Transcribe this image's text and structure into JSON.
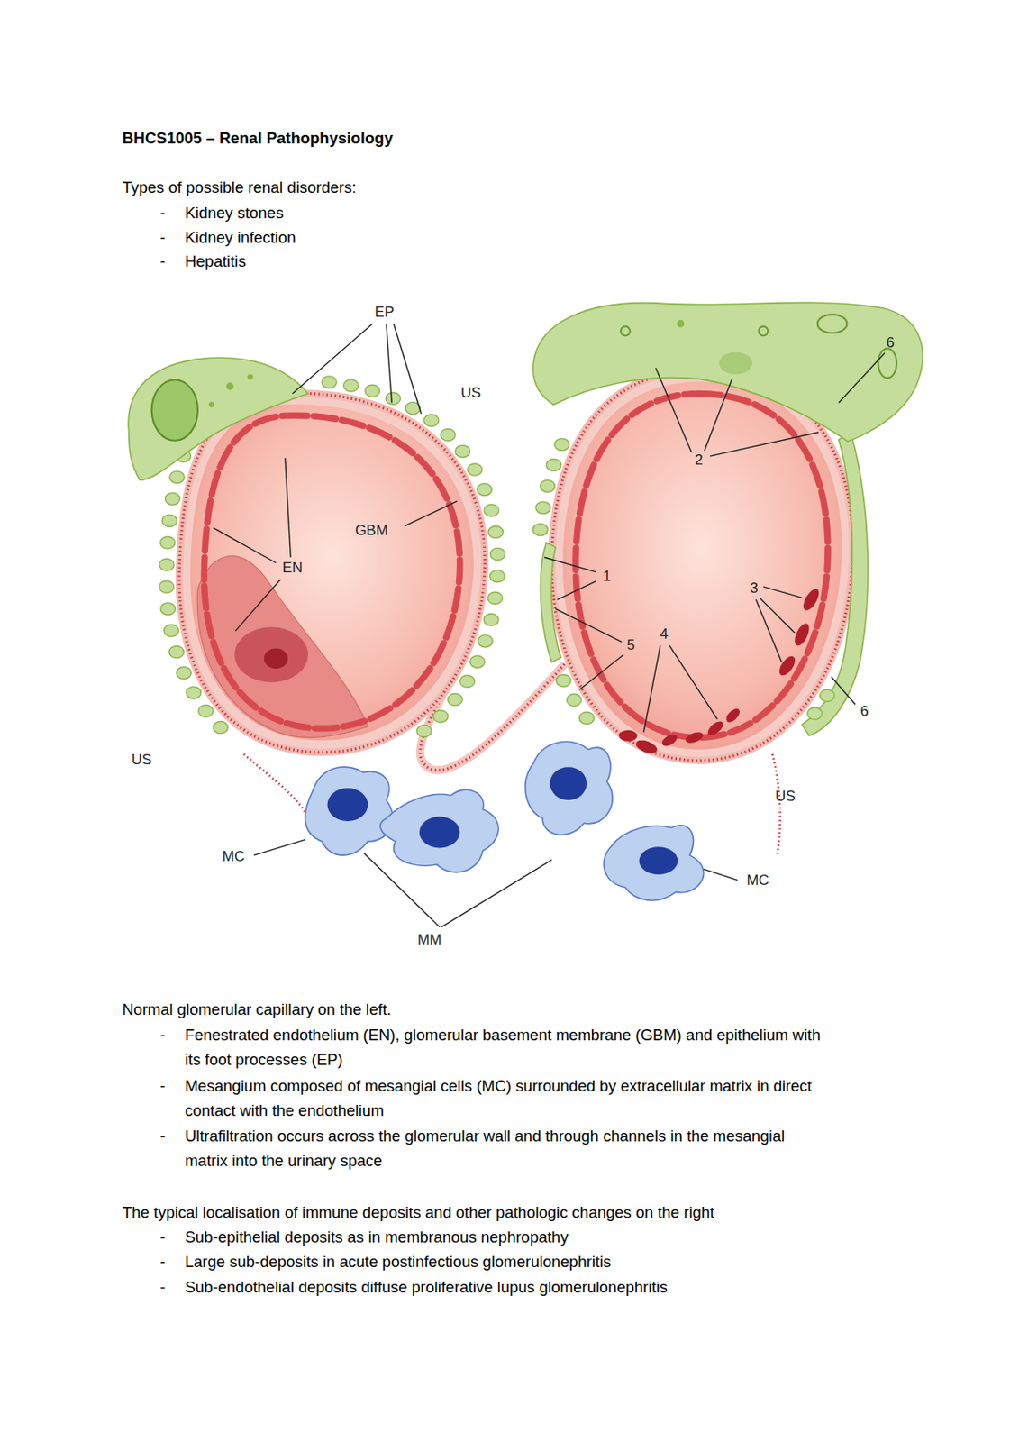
{
  "diagram": {
    "title": "BHCS1005 – Renal Pathophysiology",
    "labels": [
      "Types of possible renal disorders:",
      "-",
      "Kidney stones",
      "-",
      "Kidney infection",
      "-",
      "Hepatitis",
      "EP",
      "US",
      "6",
      "2",
      "GBM",
      "EN",
      "1",
      "3",
      "4",
      "5",
      "6",
      "US",
      "US",
      "MC",
      "MC",
      "MM",
      "Normal glomerular capillary on the left.",
      "-",
      "Fenestrated endothelium (EN), glomerular basement membrane (GBM) and epithelium with its foot processes (EP)",
      "-",
      "Mesangium composed of mesangial cells (MC) surrounded by extracellular matrix in direct contact with the endothelium",
      "-",
      "Ultrafiltration occurs across the glomerular wall and through channels in the mesangial matrix into the urinary space",
      "The typical localisation of immune deposits and other pathologic changes on the right",
      "-",
      "Sub-epithelial deposits as in membranous nephropathy",
      "-",
      "Large sub-deposits in acute postinfectious glomerulonephritis",
      "-",
      "Sub-endothelial deposits diffuse proliferative lupus glomerulonephritis"
    ]
  }
}
